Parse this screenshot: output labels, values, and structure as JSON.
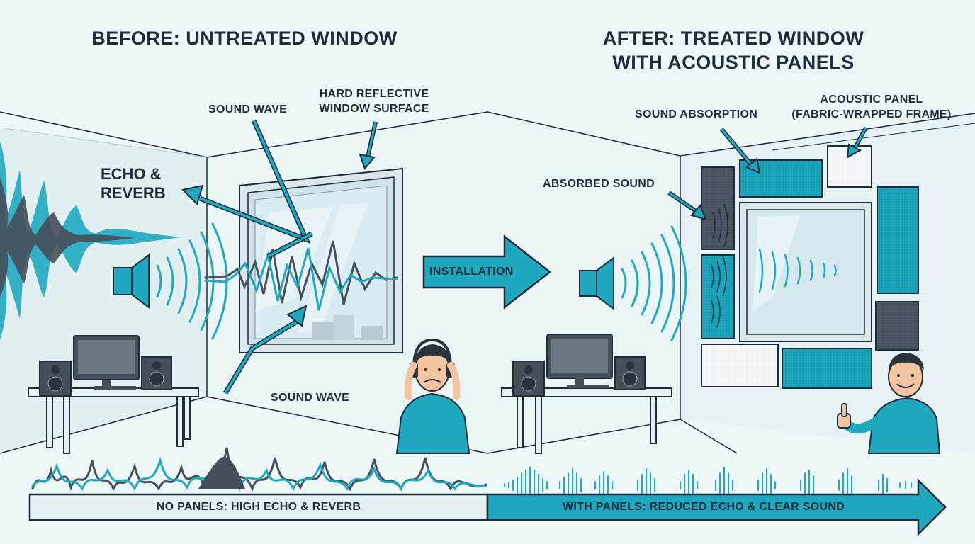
{
  "titles": {
    "before": "BEFORE: UNTREATED WINDOW",
    "after_line1": "AFTER: TREATED WINDOW",
    "after_line2": "WITH ACOUSTIC PANELS"
  },
  "before_labels": {
    "sound_wave_top": "SOUND WAVE",
    "hard_surface_line1": "HARD REFLECTIVE",
    "hard_surface_line2": "WINDOW SURFACE",
    "echo_line1": "ECHO &",
    "echo_line2": "REVERB",
    "sound_wave_bottom": "SOUND WAVE"
  },
  "after_labels": {
    "sound_absorption": "SOUND ABSORPTION",
    "acoustic_panel_line1": "ACOUSTIC PANEL",
    "acoustic_panel_line2": "(FABRIC-WRAPPED FRAME)",
    "absorbed_sound": "ABSORBED SOUND"
  },
  "installation_label": "INSTALLATION",
  "bottom_bar": {
    "left": "NO PANELS: HIGH ECHO & REVERB",
    "right": "WITH PANELS: REDUCED ECHO & CLEAR SOUND"
  },
  "colors": {
    "teal": "#1fa8c0",
    "navy": "#1d2b3a",
    "dark_gray": "#454e59",
    "background": "#eef7f7",
    "bar_left": "#e4f0f1"
  },
  "icons": [
    "speaker-icon",
    "monitor-icon",
    "desk-icon",
    "person-icon",
    "headphones-icon",
    "thumbs-up-icon"
  ]
}
